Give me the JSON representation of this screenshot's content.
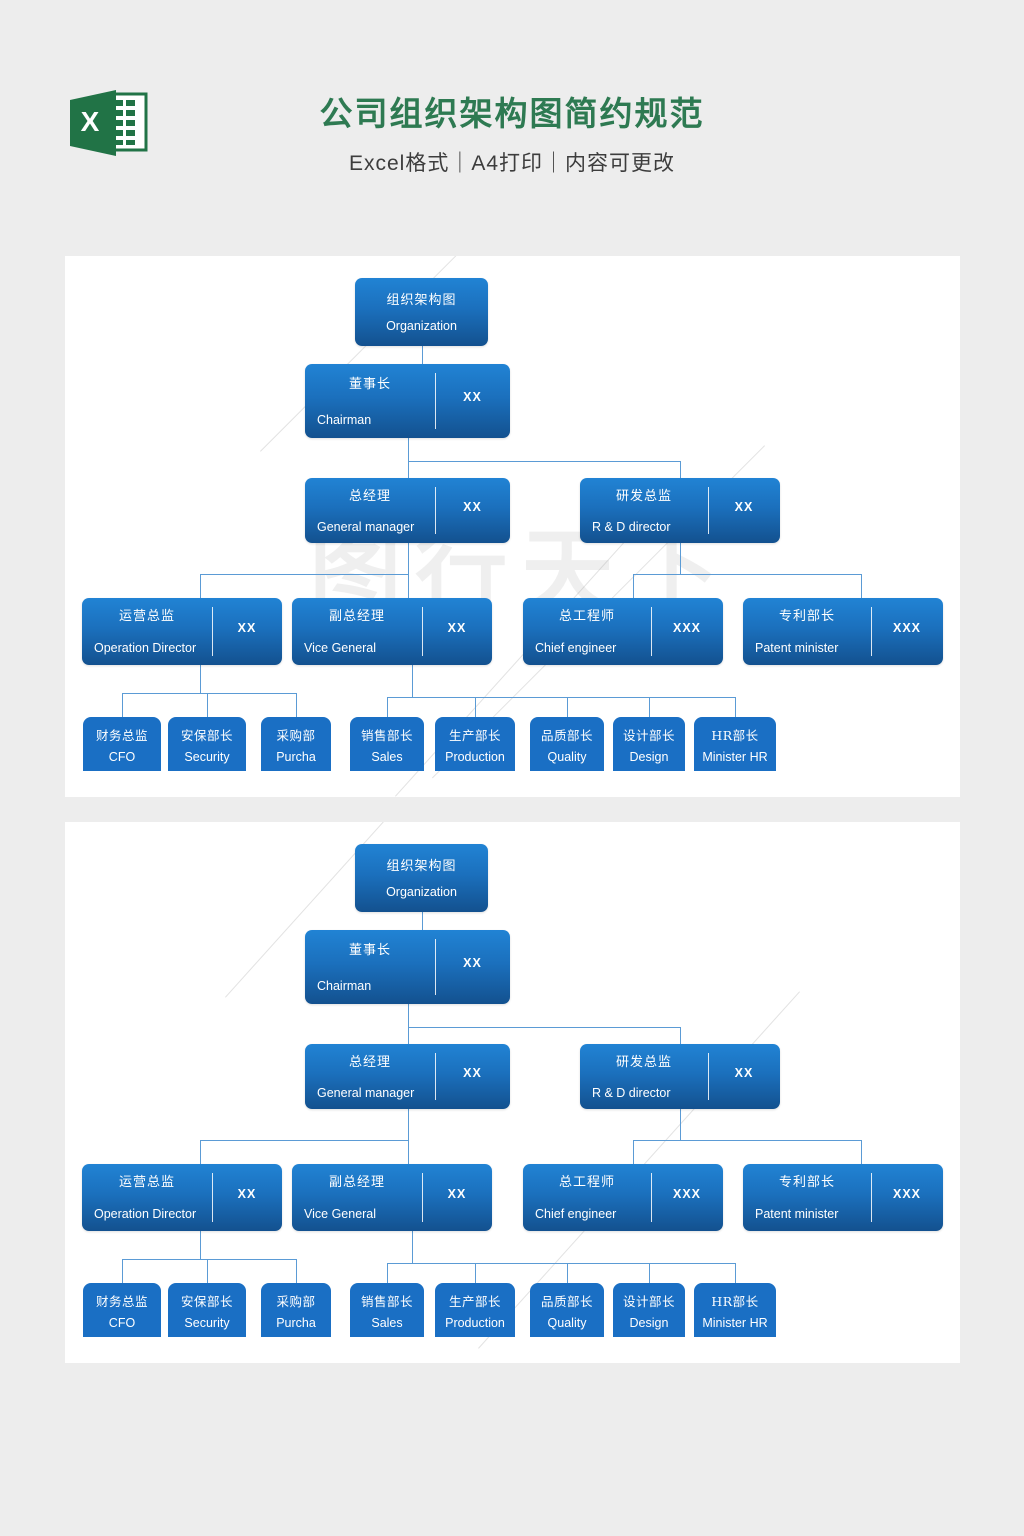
{
  "header": {
    "icon_name": "excel-file-icon",
    "title": "公司组织架构图简约规范",
    "subtitle": "Excel格式｜A4打印｜内容可更改",
    "title_color": "#2e7a52",
    "subtitle_color": "#3d3d3d"
  },
  "watermark": {
    "text": "图行天下"
  },
  "colors": {
    "page_background": "#ededed",
    "panel_background": "#ffffff",
    "node_fill_top": "#2183d4",
    "node_fill_bottom": "#13518f",
    "leaf_fill": "#1a6fc4",
    "connector": "#5b9bd5",
    "node_text": "#ffffff"
  },
  "chart_data": {
    "type": "org-chart",
    "title": "组织架构图 Organization",
    "nodes": [
      {
        "id": "root",
        "cn": "组织架构图",
        "en": "Organization",
        "code": "",
        "level": 0,
        "parent": null
      },
      {
        "id": "chairman",
        "cn": "董事长",
        "en": "Chairman",
        "code": "XX",
        "level": 1,
        "parent": "root"
      },
      {
        "id": "gm",
        "cn": "总经理",
        "en": "General manager",
        "code": "XX",
        "level": 2,
        "parent": "chairman"
      },
      {
        "id": "rd",
        "cn": "研发总监",
        "en": "R & D director",
        "code": "XX",
        "level": 2,
        "parent": "chairman"
      },
      {
        "id": "ops",
        "cn": "运营总监",
        "en": "Operation Director",
        "code": "XX",
        "level": 3,
        "parent": "gm"
      },
      {
        "id": "vice",
        "cn": "副总经理",
        "en": "Vice General",
        "code": "XX",
        "level": 3,
        "parent": "gm"
      },
      {
        "id": "chief",
        "cn": "总工程师",
        "en": "Chief engineer",
        "code": "XXX",
        "level": 3,
        "parent": "rd"
      },
      {
        "id": "patent",
        "cn": "专利部长",
        "en": "Patent minister",
        "code": "XXX",
        "level": 3,
        "parent": "rd"
      },
      {
        "id": "cfo",
        "cn": "财务总监",
        "en": "CFO",
        "code": "",
        "level": 4,
        "parent": "ops"
      },
      {
        "id": "security",
        "cn": "安保部长",
        "en": "Security",
        "code": "",
        "level": 4,
        "parent": "ops"
      },
      {
        "id": "purcha",
        "cn": "采购部",
        "en": "Purcha",
        "code": "",
        "level": 4,
        "parent": "ops"
      },
      {
        "id": "sales",
        "cn": "销售部长",
        "en": "Sales",
        "code": "",
        "level": 4,
        "parent": "vice"
      },
      {
        "id": "production",
        "cn": "生产部长",
        "en": "Production",
        "code": "",
        "level": 4,
        "parent": "vice"
      },
      {
        "id": "quality",
        "cn": "品质部长",
        "en": "Quality",
        "code": "",
        "level": 4,
        "parent": "vice"
      },
      {
        "id": "design",
        "cn": "设计部长",
        "en": "Design",
        "code": "",
        "level": 4,
        "parent": "vice"
      },
      {
        "id": "hr",
        "cn": "HR部长",
        "en": "Minister HR",
        "code": "",
        "level": 4,
        "parent": "vice"
      }
    ]
  },
  "panels": [
    {
      "id": "panel-1",
      "caption": ""
    },
    {
      "id": "panel-2",
      "caption": ""
    }
  ]
}
